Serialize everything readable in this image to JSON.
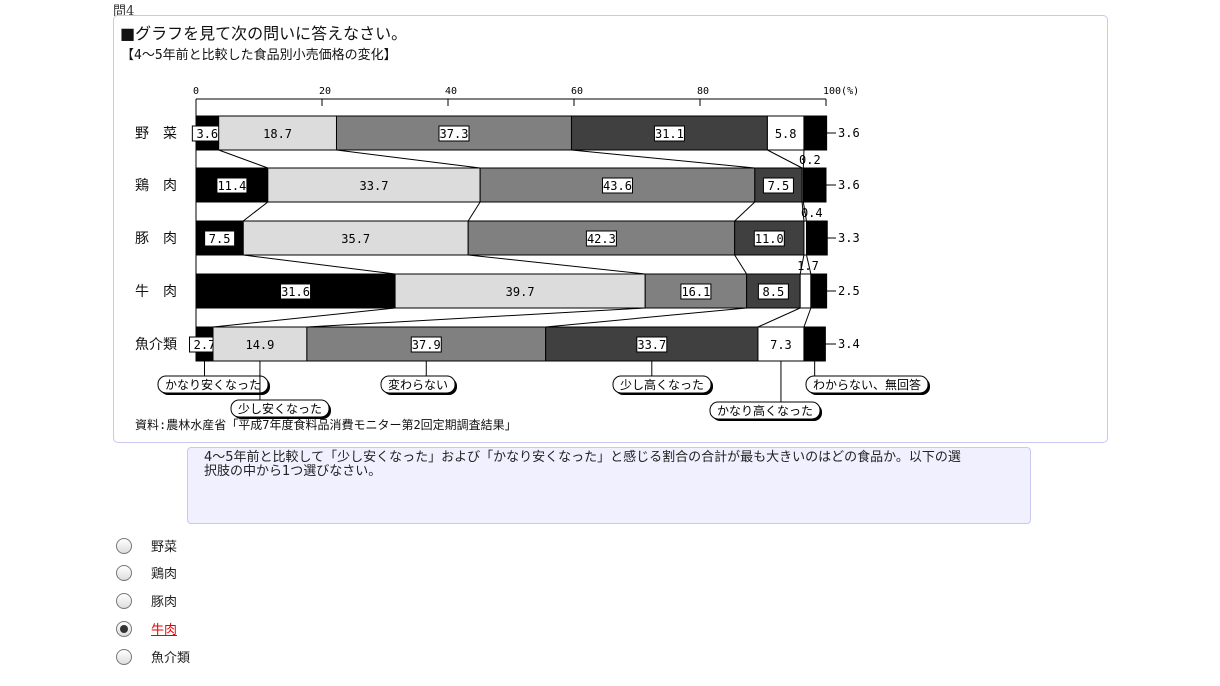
{
  "question_number": "問4",
  "instruction": "■グラフを見て次の問いに答えなさい。",
  "question_text": "4～5年前と比較して「少し安くなった」および「かなり安くなった」と感じる割合の合計が最も大きいのはどの食品か。以下の選択肢の中から1つ選びなさい。",
  "options": [
    {
      "label": "野菜",
      "selected": false
    },
    {
      "label": "鶏肉",
      "selected": false
    },
    {
      "label": "豚肉",
      "selected": false
    },
    {
      "label": "牛肉",
      "selected": true
    },
    {
      "label": "魚介類",
      "selected": false
    }
  ],
  "chart_data": {
    "type": "bar",
    "stacked": true,
    "orientation": "horizontal",
    "title": "【4～5年前と比較した食品別小売価格の変化】",
    "source": "資料:農林水産省「平成7年度食料品消費モニター第2回定期調査結果」",
    "xlim": [
      0,
      100
    ],
    "ticks": [
      "0",
      "20",
      "40",
      "60",
      "80",
      "100(%)"
    ],
    "categories": [
      "野　菜",
      "鶏　肉",
      "豚　肉",
      "牛　肉",
      "魚介類"
    ],
    "series": [
      {
        "name": "かなり安くなった",
        "color": "#000000",
        "values": [
          3.6,
          11.4,
          7.5,
          31.6,
          2.7
        ]
      },
      {
        "name": "少し安くなった",
        "color": "#dcdcdc",
        "values": [
          18.7,
          33.7,
          35.7,
          39.7,
          14.9
        ]
      },
      {
        "name": "変わらない",
        "color": "#808080",
        "values": [
          37.3,
          43.6,
          42.3,
          16.1,
          37.9
        ]
      },
      {
        "name": "少し高くなった",
        "color": "#404040",
        "values": [
          31.1,
          7.5,
          11.0,
          8.5,
          33.7
        ]
      },
      {
        "name": "かなり高くなった",
        "color": "#ffffff",
        "values": [
          5.8,
          0.2,
          0.4,
          1.7,
          7.3
        ]
      },
      {
        "name": "わからない、無回答",
        "color": "#000000",
        "values": [
          3.6,
          3.6,
          3.3,
          2.5,
          3.4
        ]
      }
    ]
  }
}
